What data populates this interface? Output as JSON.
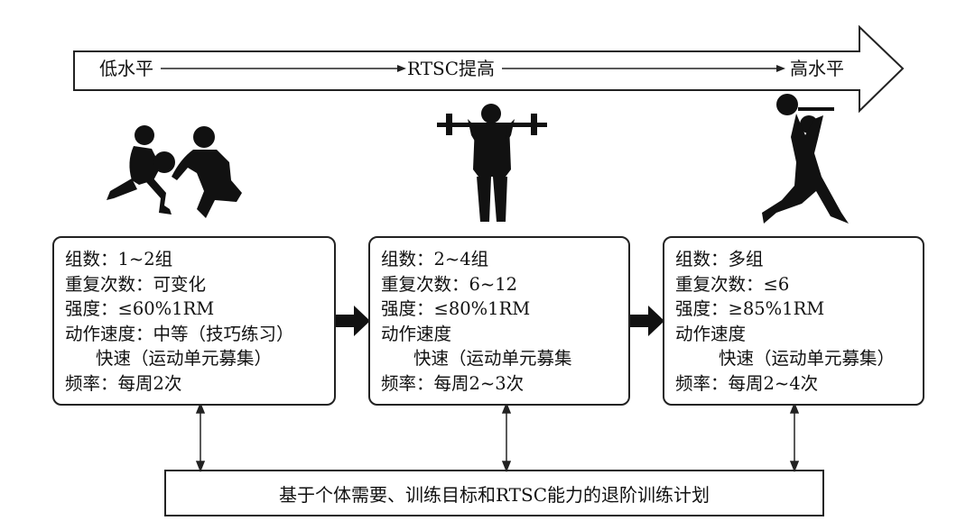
{
  "progression": {
    "start_label": "低水平",
    "middle_label": "RTSC提高",
    "end_label": "高水平"
  },
  "figures": [
    {
      "icon": "child-with-adult-coach-silhouette"
    },
    {
      "icon": "child-barbell-squat-silhouette"
    },
    {
      "icon": "lunge-kettlebell-overhead-silhouette"
    }
  ],
  "stages": [
    {
      "sets": "组数：1~2组",
      "reps": "重复次数：可变化",
      "intensity": "强度：≤60%1RM",
      "speed": "动作速度：中等（技巧练习）",
      "speed2": "快速（运动单元募集）",
      "frequency": "频率：每周2次"
    },
    {
      "sets": "组数：2~4组",
      "reps": "重复次数：6~12",
      "intensity": "强度：≤80%1RM",
      "speed": "动作速度",
      "speed2": "快速（运动单元募集",
      "frequency": "频率：每周2~3次"
    },
    {
      "sets": "组数：多组",
      "reps": "重复次数：≤6",
      "intensity": "强度：≥85%1RM",
      "speed": "动作速度",
      "speed2": "快速（运动单元募集）",
      "frequency": "频率：每周2~4次"
    }
  ],
  "plan_label": "基于个体需要、训练目标和RTSC能力的退阶训练计划",
  "colors": {
    "ink": "#111111",
    "line": "#222222",
    "background": "#ffffff"
  }
}
